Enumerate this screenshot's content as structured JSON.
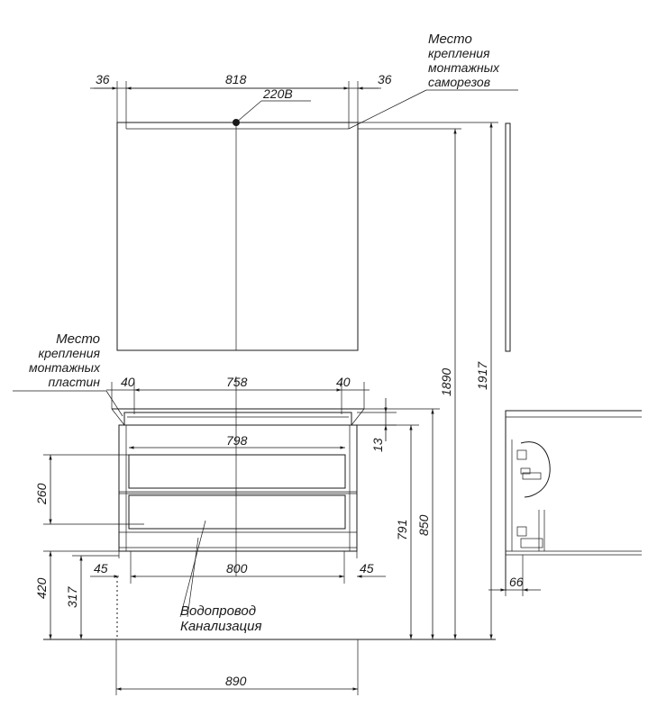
{
  "labels": {
    "mirror_mount": [
      "Место",
      "крепления",
      "монтажных",
      "саморезов"
    ],
    "cabinet_mount": [
      "Место",
      "крепления",
      "монтажных",
      "пластин"
    ],
    "socket": "220В",
    "water_drain": [
      "Водопровод",
      "Канализация"
    ]
  },
  "dimensions": {
    "mirror_left_margin": "36",
    "mirror_screw_span": "818",
    "mirror_right_margin": "36",
    "cabinet_left_margin": "40",
    "cabinet_plate_span": "758",
    "cabinet_right_margin": "40",
    "drawer_width": "798",
    "top_thickness": "13",
    "drawer_height": "260",
    "cabinet_bottom_height": "420",
    "pipe_height": "317",
    "bottom_left_margin": "45",
    "bottom_span": "800",
    "bottom_right_margin": "45",
    "overall_width": "890",
    "height_791": "791",
    "height_850": "850",
    "height_1890": "1890",
    "height_1917": "1917",
    "side_depth": "66"
  }
}
